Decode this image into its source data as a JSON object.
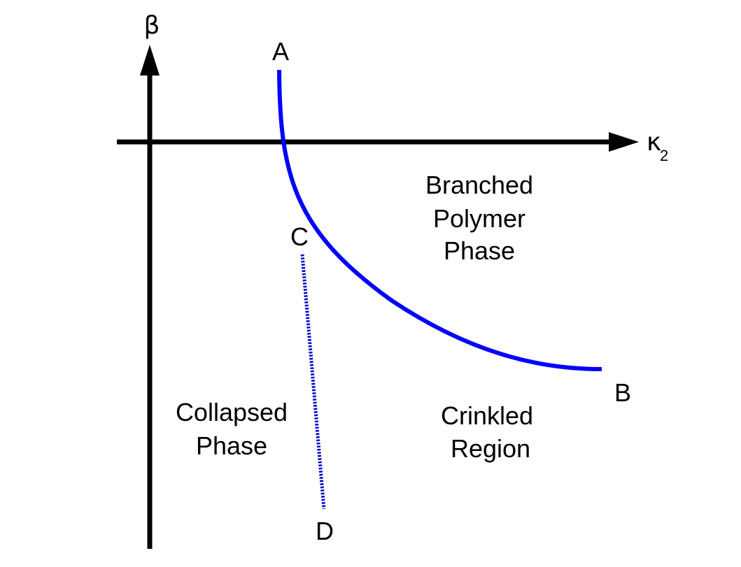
{
  "axes": {
    "y_label": "β",
    "x_label": "κ",
    "x_label_subscript": "2"
  },
  "points": {
    "a": "A",
    "b": "B",
    "c": "C",
    "d": "D"
  },
  "regions": {
    "branched_polymer": [
      "Branched",
      "Polymer",
      "Phase"
    ],
    "collapsed": [
      "Collapsed",
      "Phase"
    ],
    "crinkled": [
      "Crinkled",
      "Region"
    ]
  },
  "colors": {
    "axis": "#000000",
    "transition_line": "#0000ff",
    "crossover_line": "#0000cc"
  }
}
